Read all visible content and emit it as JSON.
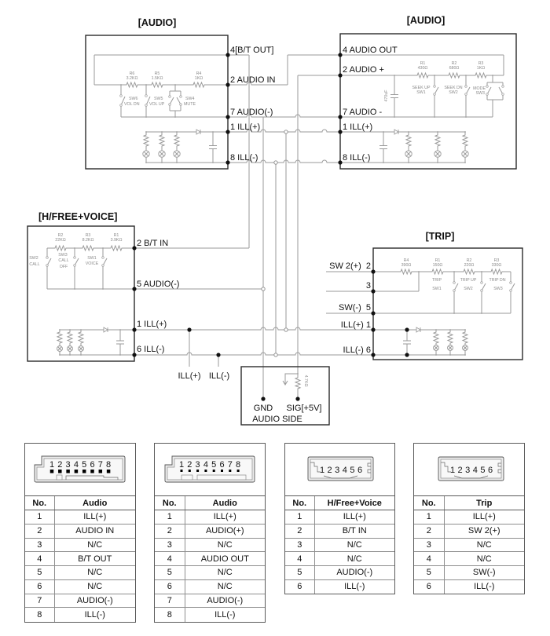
{
  "schematic": {
    "audio_left": {
      "title": "[AUDIO]",
      "pins": [
        "4[B/T OUT]",
        "2 AUDIO IN",
        "7 AUDIO(-)",
        "1 ILL(+)",
        "8 ILL(-)"
      ],
      "resistors": [
        {
          "ref": "R6",
          "value": "3.2KΩ"
        },
        {
          "ref": "R5",
          "value": "1.5KΩ"
        },
        {
          "ref": "R4",
          "value": "1KΩ"
        }
      ],
      "switches": [
        {
          "ref": "SW6",
          "label": [
            "VOL DN"
          ]
        },
        {
          "ref": "SW5",
          "label": [
            "VOL UP"
          ]
        },
        {
          "ref": "SW4",
          "label": [
            "MUTE"
          ]
        }
      ]
    },
    "audio_right": {
      "title": "[AUDIO]",
      "pins": [
        "4 AUDIO OUT",
        "2 AUDIO +",
        "7 AUDIO -",
        "1 ILL(+)",
        "8 ILL(-)"
      ],
      "resistors": [
        {
          "ref": "R1",
          "value": "430Ω"
        },
        {
          "ref": "R2",
          "value": "680Ω"
        },
        {
          "ref": "R3",
          "value": "1KΩ"
        }
      ],
      "switches": [
        {
          "ref": "SW1",
          "label": [
            "SEEK UP"
          ]
        },
        {
          "ref": "SW2",
          "label": [
            "SEEK DN"
          ]
        },
        {
          "ref": "SW3",
          "label": [
            "MODE"
          ]
        }
      ],
      "capacitor": "470uF"
    },
    "hfree": {
      "title": "[H/FREE+VOICE]",
      "pins": [
        "2 B/T IN",
        "5 AUDIO(-)",
        "1 ILL(+)",
        "6 ILL(-)"
      ],
      "resistors": [
        {
          "ref": "R2",
          "value": "22KΩ"
        },
        {
          "ref": "R3",
          "value": "8.2KΩ"
        },
        {
          "ref": "R1",
          "value": "3.9KΩ"
        }
      ],
      "switches": [
        {
          "ref": "SW2",
          "label": [
            "CALL"
          ]
        },
        {
          "ref": "SW3",
          "label": [
            "CALL",
            "OFF"
          ]
        },
        {
          "ref": "SW1",
          "label": [
            "VOICE"
          ]
        }
      ]
    },
    "trip": {
      "title": "[TRIP]",
      "pins": [
        "SW 2(+)  2",
        "3",
        "SW(-)  5",
        "ILL(+) 1",
        "ILL(-) 6"
      ],
      "resistors": [
        {
          "ref": "R4",
          "value": "390Ω"
        },
        {
          "ref": "R1",
          "value": "150Ω"
        },
        {
          "ref": "R2",
          "value": "220Ω"
        },
        {
          "ref": "R3",
          "value": "330Ω"
        }
      ],
      "switches": [
        {
          "ref": "SW1",
          "label": [
            "TRIP"
          ]
        },
        {
          "ref": "SW2",
          "label": [
            "TRIP UP"
          ]
        },
        {
          "ref": "SW3",
          "label": [
            "TRIP DN"
          ]
        }
      ]
    },
    "audio_side": {
      "gnd": "GND",
      "sig": "SIG[+5V]",
      "label": "AUDIO SIDE",
      "resistor": "4.7KΩ"
    },
    "taps": [
      "ILL(+)",
      "ILL(-)"
    ]
  },
  "connectors": [
    {
      "header_no": "No.",
      "header_name": "Audio",
      "pins": [
        "1",
        "2",
        "3",
        "4",
        "5",
        "6",
        "7",
        "8"
      ],
      "rows": [
        [
          "1",
          "ILL(+)"
        ],
        [
          "2",
          "AUDIO IN"
        ],
        [
          "3",
          "N/C"
        ],
        [
          "4",
          "B/T OUT"
        ],
        [
          "5",
          "N/C"
        ],
        [
          "6",
          "N/C"
        ],
        [
          "7",
          "AUDIO(-)"
        ],
        [
          "8",
          "ILL(-)"
        ]
      ]
    },
    {
      "header_no": "No.",
      "header_name": "Audio",
      "pins": [
        "1",
        "2",
        "3",
        "4",
        "5",
        "6",
        "7",
        "8"
      ],
      "rows": [
        [
          "1",
          "ILL(+)"
        ],
        [
          "2",
          "AUDIO(+)"
        ],
        [
          "3",
          "N/C"
        ],
        [
          "4",
          "AUDIO OUT"
        ],
        [
          "5",
          "N/C"
        ],
        [
          "6",
          "N/C"
        ],
        [
          "7",
          "AUDIO(-)"
        ],
        [
          "8",
          "ILL(-)"
        ]
      ]
    },
    {
      "header_no": "No.",
      "header_name": "H/Free+Voice",
      "pins": [
        "1",
        "2",
        "3",
        "4",
        "5",
        "6"
      ],
      "rows": [
        [
          "1",
          "ILL(+)"
        ],
        [
          "2",
          "B/T IN"
        ],
        [
          "3",
          "N/C"
        ],
        [
          "4",
          "N/C"
        ],
        [
          "5",
          "AUDIO(-)"
        ],
        [
          "6",
          "ILL(-)"
        ]
      ]
    },
    {
      "header_no": "No.",
      "header_name": "Trip",
      "pins": [
        "1",
        "2",
        "3",
        "4",
        "5",
        "6"
      ],
      "rows": [
        [
          "1",
          "ILL(+)"
        ],
        [
          "2",
          "SW 2(+)"
        ],
        [
          "3",
          "N/C"
        ],
        [
          "4",
          "N/C"
        ],
        [
          "5",
          "SW(-)"
        ],
        [
          "6",
          "ILL(-)"
        ]
      ]
    }
  ],
  "colors": {
    "wire": "#9a9a9a",
    "outline": "#2b2b2b",
    "text": "#111111",
    "background": "#ffffff"
  }
}
